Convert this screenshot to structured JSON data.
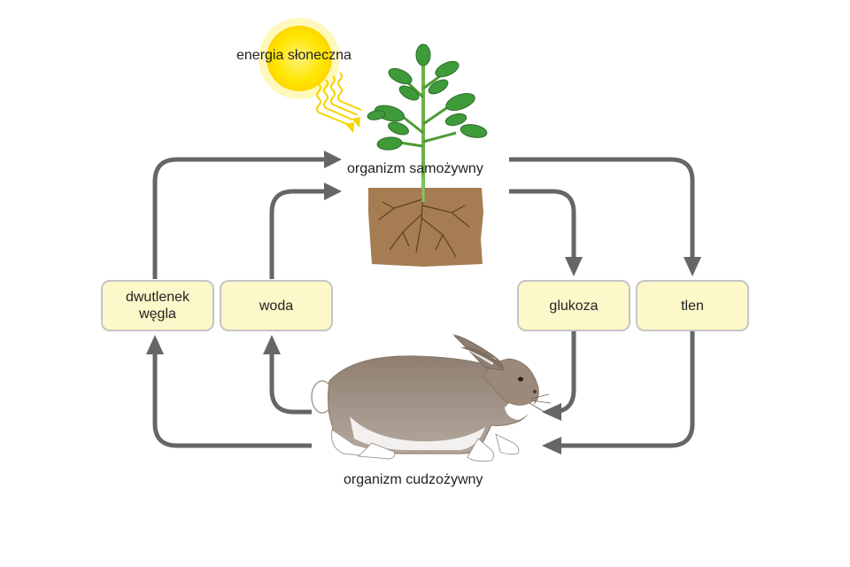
{
  "labels": {
    "sun": "energia słoneczna",
    "producer": "organizm samożywny",
    "consumer": "organizm cudzożywny"
  },
  "boxes": {
    "co2": [
      "dwutlenek",
      "węgla"
    ],
    "water": "woda",
    "glucose": "glukoza",
    "oxygen": "tlen"
  },
  "colors": {
    "arrow": "#666666",
    "box_fill": "#fdf8c9",
    "box_border": "#c5c5c5",
    "soil": "#a67c52",
    "plant": "#4caf50",
    "rabbit": "#9b8a7c",
    "sun": "#ffe600"
  },
  "icons": {
    "sun": "sun-icon",
    "plant": "plant-icon",
    "rabbit": "rabbit-icon"
  }
}
